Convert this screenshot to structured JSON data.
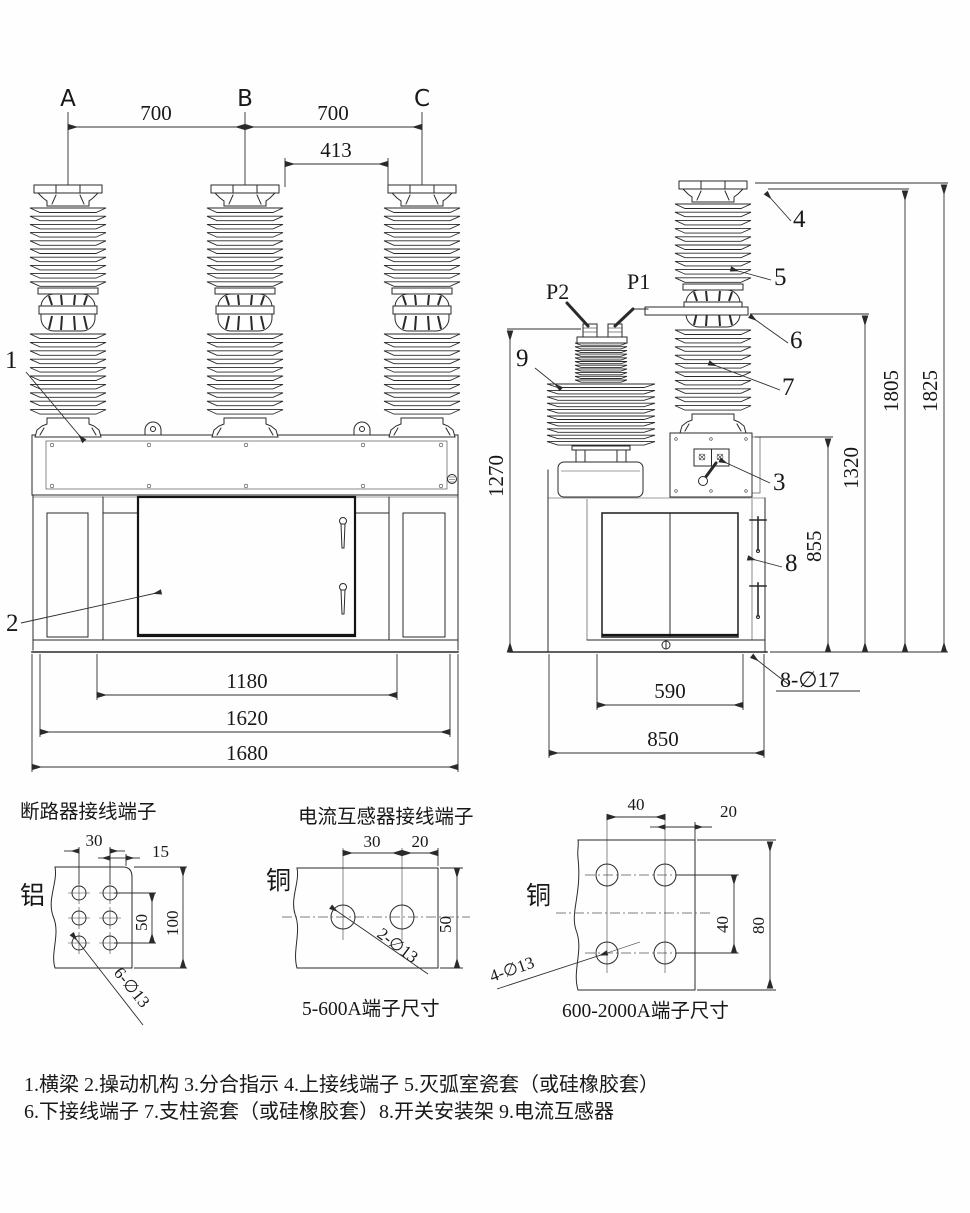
{
  "drawing": {
    "front": {
      "phases": [
        "A",
        "B",
        "C"
      ],
      "dims": {
        "pitch_ab": "700",
        "pitch_bc": "700",
        "gap_bc": "413",
        "door_width": "1180",
        "frame_width": "1620",
        "total_width": "1680"
      },
      "parts": {
        "p1": "1",
        "p2": "2"
      }
    },
    "side": {
      "wires": {
        "p1": "P1",
        "p2": "P2"
      },
      "dims": {
        "ct_height": "1270",
        "frame_height": "855",
        "mid_height": "1320",
        "upper_height": "1805",
        "total_height": "1825",
        "door_width": "590",
        "depth": "850"
      },
      "hole_note": "8-∅17",
      "parts": {
        "p3": "3",
        "p4": "4",
        "p5": "5",
        "p6": "6",
        "p7": "7",
        "p8": "8",
        "p9": "9"
      }
    },
    "terminal_breaker": {
      "title": "断路器接线端子",
      "material": "铝",
      "dim_30": "30",
      "dim_15": "15",
      "dim_50": "50",
      "dim_100": "100",
      "hole_note": "6-∅13"
    },
    "terminal_ct": {
      "title": "电流互感器接线端子",
      "material": "铜",
      "dim_30": "30",
      "dim_20": "20",
      "dim_50": "50",
      "hole_note": "2-∅13",
      "caption": "5-600A端子尺寸"
    },
    "terminal_large": {
      "material": "铜",
      "dim_40h": "40",
      "dim_20": "20",
      "dim_40v": "40",
      "dim_80": "80",
      "hole_note": "4-∅13",
      "caption": "600-2000A端子尺寸"
    },
    "legend": {
      "line1": "1.横梁  2.操动机构 3.分合指示 4.上接线端子 5.灭弧室瓷套（或硅橡胶套）",
      "line2": "6.下接线端子 7.支柱瓷套（或硅橡胶套）8.开关安装架 9.电流互感器"
    }
  }
}
